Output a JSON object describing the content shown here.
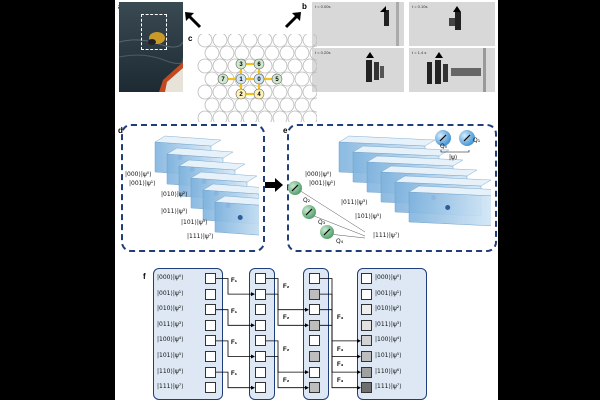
{
  "panels": {
    "a": "a",
    "b": "b",
    "c": "c",
    "d": "d",
    "e": "e",
    "f": "f"
  },
  "frames": [
    {
      "time": "t = 0.00s"
    },
    {
      "time": "t = 0.10s"
    },
    {
      "time": "t = 0.20s"
    },
    {
      "time": "t = 1.4 s"
    }
  ],
  "lattice_nodes": [
    "0",
    "1",
    "2",
    "3",
    "4",
    "5",
    "6",
    "7"
  ],
  "panel_d": {
    "kets": [
      "|000⟩|ψ⁰⟩",
      "|001⟩|ψ¹⟩",
      "|010⟩|ψ²⟩",
      "|011⟩|ψ³⟩",
      "|101⟩|ψ⁵⟩",
      "|111⟩|ψ⁷⟩"
    ]
  },
  "panel_e": {
    "kets": [
      "|000⟩|ψ⁰⟩",
      "|001⟩|ψ¹⟩",
      "|011⟩|ψ³⟩",
      "|101⟩|ψ⁵⟩",
      "|111⟩|ψ⁷⟩"
    ],
    "qubits": [
      "Q₂",
      "Q₃",
      "Q₄"
    ],
    "legend_qubits": [
      "Q₀",
      "Q₁"
    ],
    "legend_state": "|ψ⟩"
  },
  "panel_f": {
    "kets": [
      "|000⟩|ψ⁰⟩",
      "|001⟩|ψ¹⟩",
      "|010⟩|ψ²⟩",
      "|011⟩|ψ³⟩",
      "|100⟩|ψ⁴⟩",
      "|101⟩|ψ⁵⟩",
      "|110⟩|ψ⁶⟩",
      "|111⟩|ψ⁷⟩"
    ],
    "f1": "F₁",
    "f2": "F₂",
    "f3": "F₃",
    "col4_fills": [
      "#ffffff",
      "#ffffff",
      "#eeeeee",
      "#e2e2e2",
      "#d2d2d2",
      "#bdbdbd",
      "#a0a0a0",
      "#6f6f6f"
    ]
  }
}
